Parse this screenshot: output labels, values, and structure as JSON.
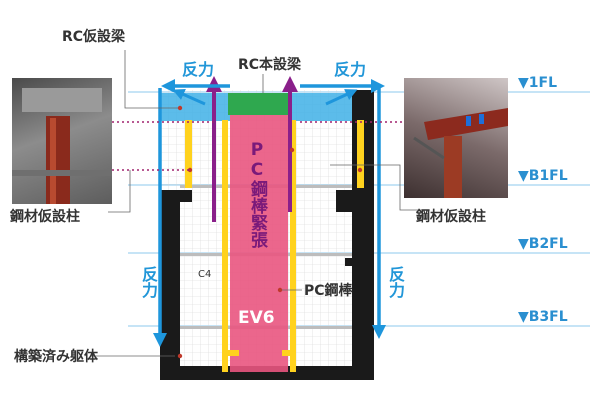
{
  "labels": {
    "rc_temp_beam": "RC仮設梁",
    "rc_main_beam": "RC本設梁",
    "reaction": "反力",
    "steel_temp_column": "鋼材仮設柱",
    "constructed_frame": "構築済み躯体",
    "pc_rod": "PC鋼棒",
    "pc_tension": "PC鋼棒緊張",
    "ev": "EV6",
    "c4": "C4"
  },
  "floors": [
    "▼1FL",
    "▼B1FL",
    "▼B2FL",
    "▼B3FL"
  ],
  "colors": {
    "reaction_arrow": "#1e96dc",
    "pc_rod": "#8a1f8a",
    "tension_shaft": "#e9557f",
    "steel_column": "#ffd21e",
    "frame": "#1a1a1a",
    "rc_beam": "#2fa84f",
    "floor_line": "#8cc8ec"
  }
}
